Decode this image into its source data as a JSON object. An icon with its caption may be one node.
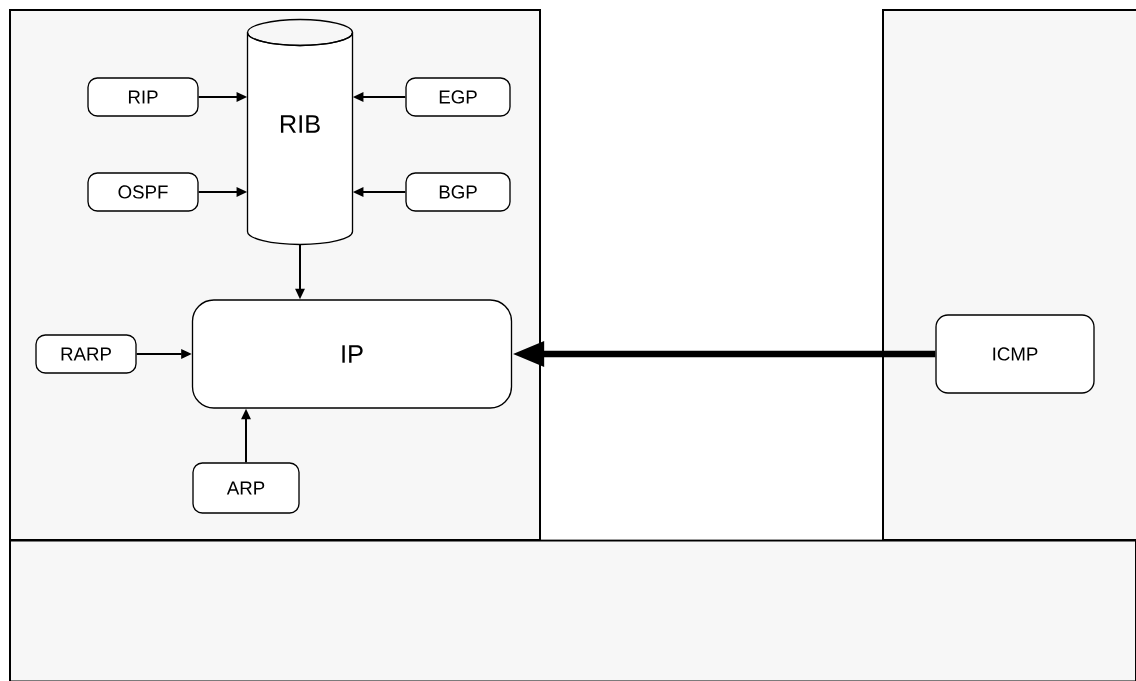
{
  "diagram": {
    "nodes": [
      {
        "text": [],
        "shape": "box"
      },
      {
        "text": [
          "RIP"
        ],
        "in": 0
      },
      {
        "text": [
          "RIB"
        ],
        "in": 0
      },
      {
        "text": [
          "EGP"
        ],
        "in": 0
      },
      {
        "text": [
          "OSPF"
        ],
        "in": 0
      },
      {
        "text": [
          "BGP"
        ],
        "in": 0
      },
      {
        "text": [
          "RARP"
        ],
        "in": 0
      },
      {
        "text": [
          "IP"
        ],
        "in": 0
      },
      {
        "text": [
          "ARP"
        ],
        "in": 0
      },
      {
        "text": [],
        "shape": "box"
      },
      {
        "text": [
          "ICMP"
        ],
        "in": 9
      },
      {
        "text": [],
        "shape": "box"
      }
    ],
    "edges": [
      {
        "from": 1,
        "to": 2,
        "arrow": "to"
      },
      {
        "from": 3,
        "to": 2,
        "arrow": "to"
      },
      {
        "from": 4,
        "to": 2,
        "arrow": "to"
      },
      {
        "from": 5,
        "to": 2,
        "arrow": "to"
      },
      {
        "from": 2,
        "to": 7,
        "arrow": "to"
      },
      {
        "from": 6,
        "to": 7,
        "arrow": "to"
      },
      {
        "from": 8,
        "to": 7,
        "arrow": "to"
      },
      {
        "from": 10,
        "to": 7,
        "arrow": "to",
        "style": "thick"
      }
    ]
  }
}
